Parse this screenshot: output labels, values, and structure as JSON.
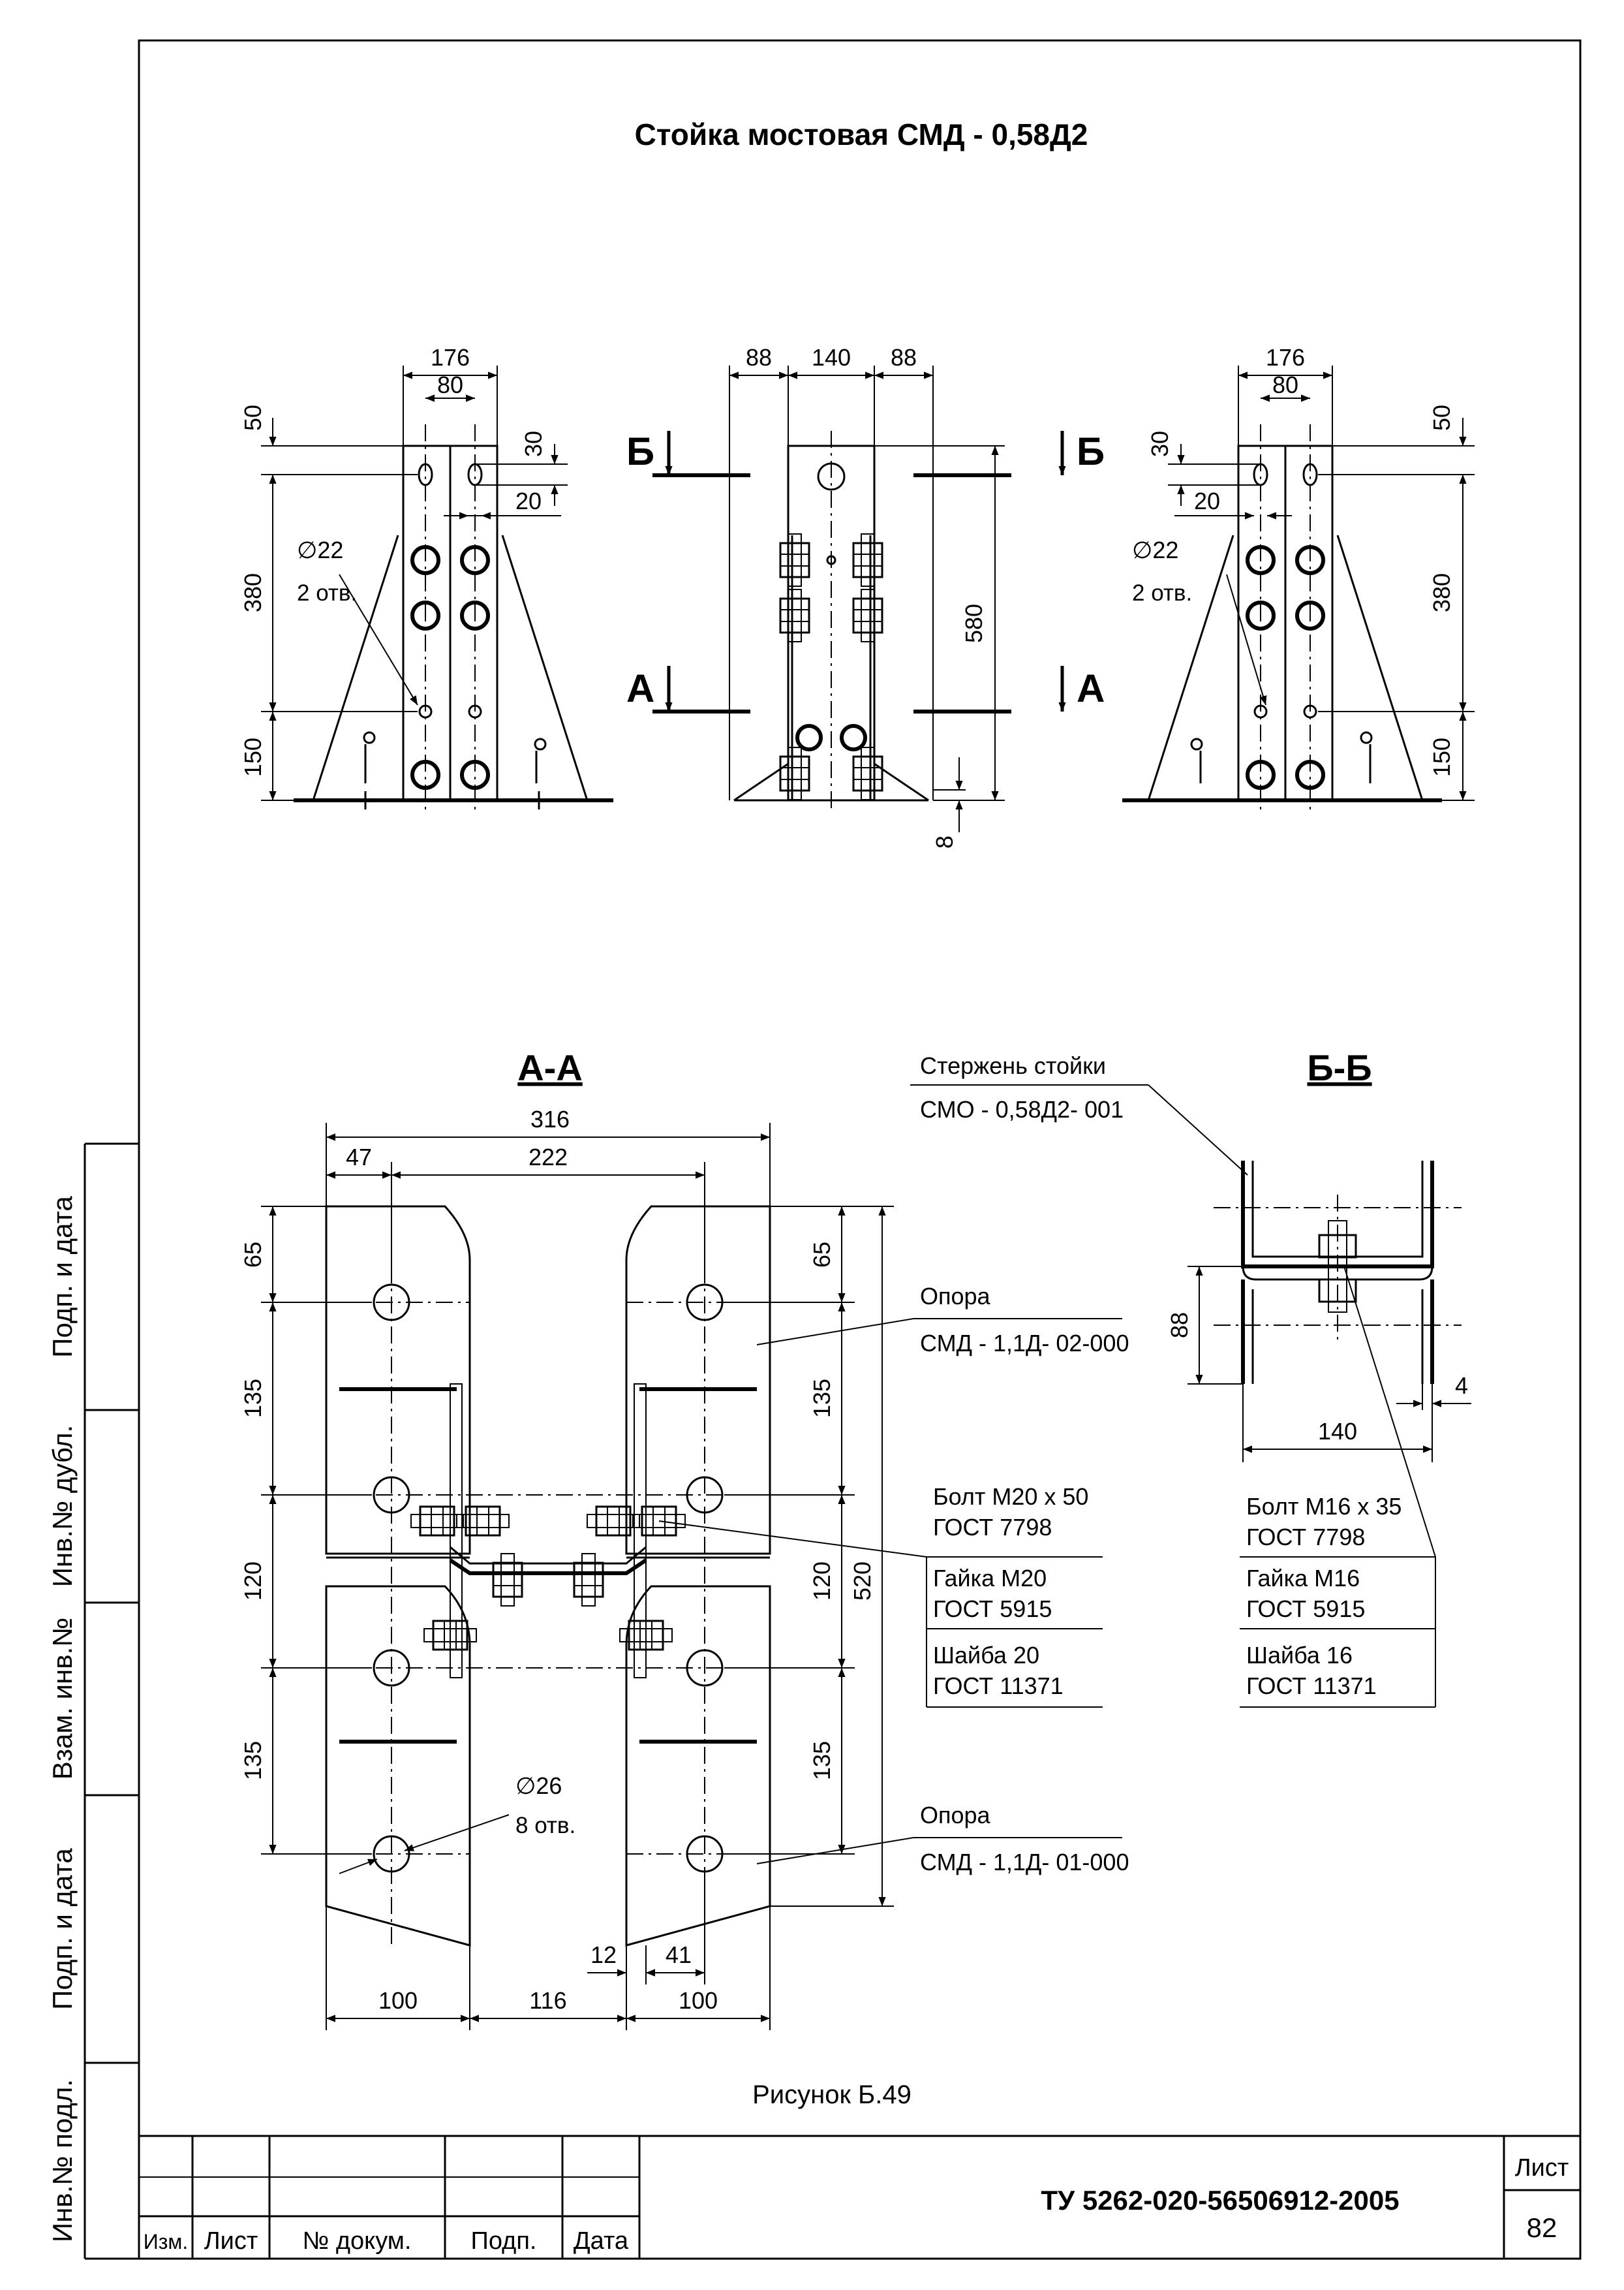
{
  "title": "Стойка мостовая   СМД - 0,58Д2",
  "views": {
    "front_left": {
      "d176": "176",
      "d80": "80",
      "d50": "50",
      "d30": "30",
      "d20": "20",
      "d380": "380",
      "d150": "150",
      "hole": "∅22",
      "holes": "2 отв."
    },
    "side": {
      "d88a": "88",
      "d140": "140",
      "d88b": "88",
      "d580": "580",
      "d8": "8",
      "cut_b": "Б",
      "cut_a": "А"
    },
    "front_right": {
      "d176": "176",
      "d80": "80",
      "d50": "50",
      "d30": "30",
      "d20": "20",
      "d380": "380",
      "d150": "150",
      "hole": "∅22",
      "holes": "2 отв."
    }
  },
  "section_aa": {
    "label": "А-А",
    "dims": {
      "d316": "316",
      "d47": "47",
      "d222": "222",
      "d65a": "65",
      "d135a": "135",
      "d120a": "120",
      "d135b": "135",
      "d65b": "65",
      "d135c": "135",
      "d120b": "120",
      "d520": "520",
      "d135d": "135",
      "d12": "12",
      "d41": "41",
      "d100a": "100",
      "d116": "116",
      "d100b": "100"
    },
    "hole": "∅26",
    "holes": "8 отв."
  },
  "section_bb": {
    "label": "Б-Б",
    "dims": {
      "d88": "88",
      "d4": "4",
      "d140": "140"
    }
  },
  "callouts": {
    "stem_name": "Стержень стойки",
    "stem_code": "СМО - 0,58Д2- 001",
    "support1_name": "Опора",
    "support1_code": "СМД - 1,1Д- 02-000",
    "bolt1": "Болт М20 х 50",
    "bolt1_std": "ГОСТ 7798",
    "nut1": "Гайка М20",
    "nut1_std": "ГОСТ 5915",
    "washer1": "Шайба 20",
    "washer1_std": "ГОСТ 11371",
    "support2_name": "Опора",
    "support2_code": "СМД - 1,1Д- 01-000",
    "bolt2": "Болт М16 х 35",
    "bolt2_std": "ГОСТ 7798",
    "nut2": "Гайка М16",
    "nut2_std": "ГОСТ 5915",
    "washer2": "Шайба 16",
    "washer2_std": "ГОСТ 11371"
  },
  "caption": "Рисунок Б.49",
  "side_strip": [
    "Подп. и дата",
    "Инв.№ дубл.",
    "Взам. инв.№",
    "Подп. и дата",
    "Инв.№ подл."
  ],
  "stamp": {
    "col_izm": "Изм.",
    "col_list": "Лист",
    "col_doc": "№ докум.",
    "col_podp": "Подп.",
    "col_data": "Дата",
    "doc_code": "ТУ 5262-020-56506912-2005",
    "sheet_label": "Лист",
    "sheet_no": "82"
  }
}
